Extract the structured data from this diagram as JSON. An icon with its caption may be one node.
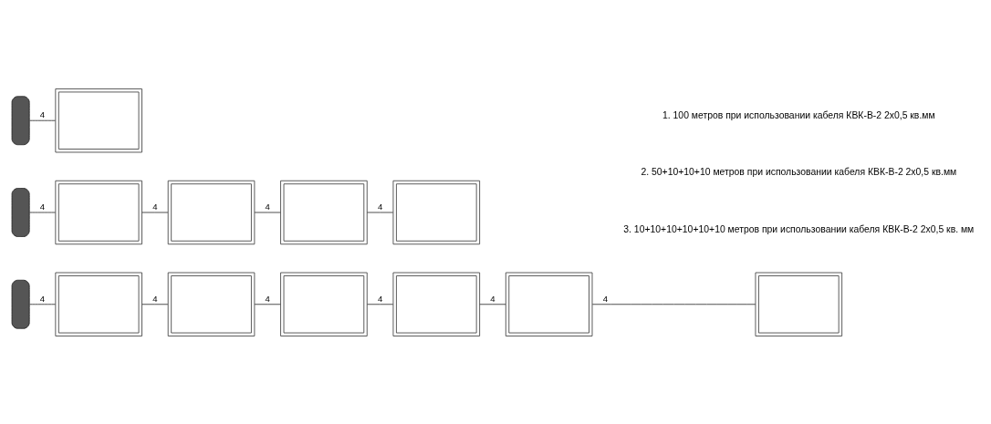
{
  "diagram": {
    "nodes": [
      {
        "text": [],
        "shape": "box"
      },
      {
        "text": [],
        "shape": "picture"
      },
      {
        "text": [],
        "shape": "box"
      },
      {
        "text": [],
        "shape": "picture"
      },
      {
        "text": [],
        "shape": "picture"
      },
      {
        "text": [],
        "shape": "picture"
      },
      {
        "text": [],
        "shape": "picture"
      },
      {
        "text": [],
        "shape": "box"
      },
      {
        "text": [],
        "shape": "picture"
      },
      {
        "text": [],
        "shape": "picture"
      },
      {
        "text": [],
        "shape": "picture"
      },
      {
        "text": [],
        "shape": "picture"
      },
      {
        "text": [],
        "shape": "picture"
      },
      {
        "text": [],
        "shape": "picture"
      }
    ],
    "edges": [
      {
        "from": 0,
        "to": 1,
        "arrow": "none",
        "label": "4"
      },
      {
        "from": 2,
        "to": 3,
        "arrow": "none",
        "label": "4"
      },
      {
        "from": 3,
        "to": 4,
        "arrow": "none",
        "label": "4"
      },
      {
        "from": 4,
        "to": 5,
        "arrow": "none",
        "label": "4"
      },
      {
        "from": 5,
        "to": 6,
        "arrow": "none",
        "label": "4"
      },
      {
        "from": 7,
        "to": 8,
        "arrow": "none",
        "label": "4"
      },
      {
        "from": 8,
        "to": 9,
        "arrow": "none",
        "label": "4"
      },
      {
        "from": 9,
        "to": 10,
        "arrow": "none",
        "label": "4"
      },
      {
        "from": 10,
        "to": 11,
        "arrow": "none",
        "label": "4"
      },
      {
        "from": 11,
        "to": 12,
        "arrow": "none",
        "label": "4"
      },
      {
        "from": 12,
        "to": 13,
        "arrow": "none",
        "label": "4"
      }
    ],
    "labels": [
      "1. 100 метров при использовании кабеля КВК-В-2 2х0,5 кв.мм",
      "2. 50+10+10+10 метров при использовании кабеля КВК-В-2 2х0,5 кв.мм",
      "3. 10+10+10+10+10+10 метров при использовании кабеля КВК-В-2 2х0,5 кв. мм"
    ]
  }
}
